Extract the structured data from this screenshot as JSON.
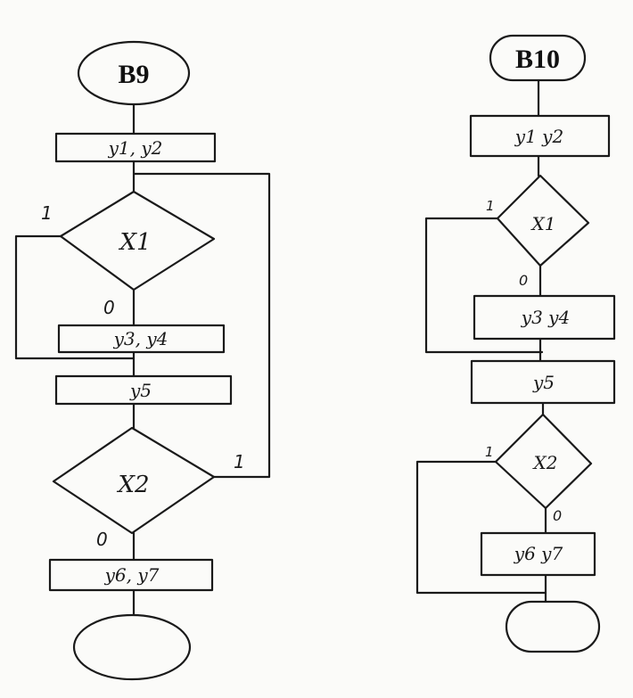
{
  "diagrams": {
    "b9": {
      "title": "B9",
      "process_1": "y1, y2",
      "decision_1": "X1",
      "decision_1_true": "1",
      "decision_1_false": "0",
      "process_2": "y3, y4",
      "process_3": "y5",
      "decision_2": "X2",
      "decision_2_true": "1",
      "decision_2_false": "0",
      "process_4": "y6, y7",
      "end": ""
    },
    "b10": {
      "title": "B10",
      "process_1": "y1  y2",
      "decision_1": "X1",
      "decision_1_true": "1",
      "decision_1_false": "0",
      "process_2": "y3  y4",
      "process_3": "y5",
      "decision_2": "X2",
      "decision_2_true": "1",
      "decision_2_false": "0",
      "process_4": "y6  y7",
      "end": ""
    }
  }
}
